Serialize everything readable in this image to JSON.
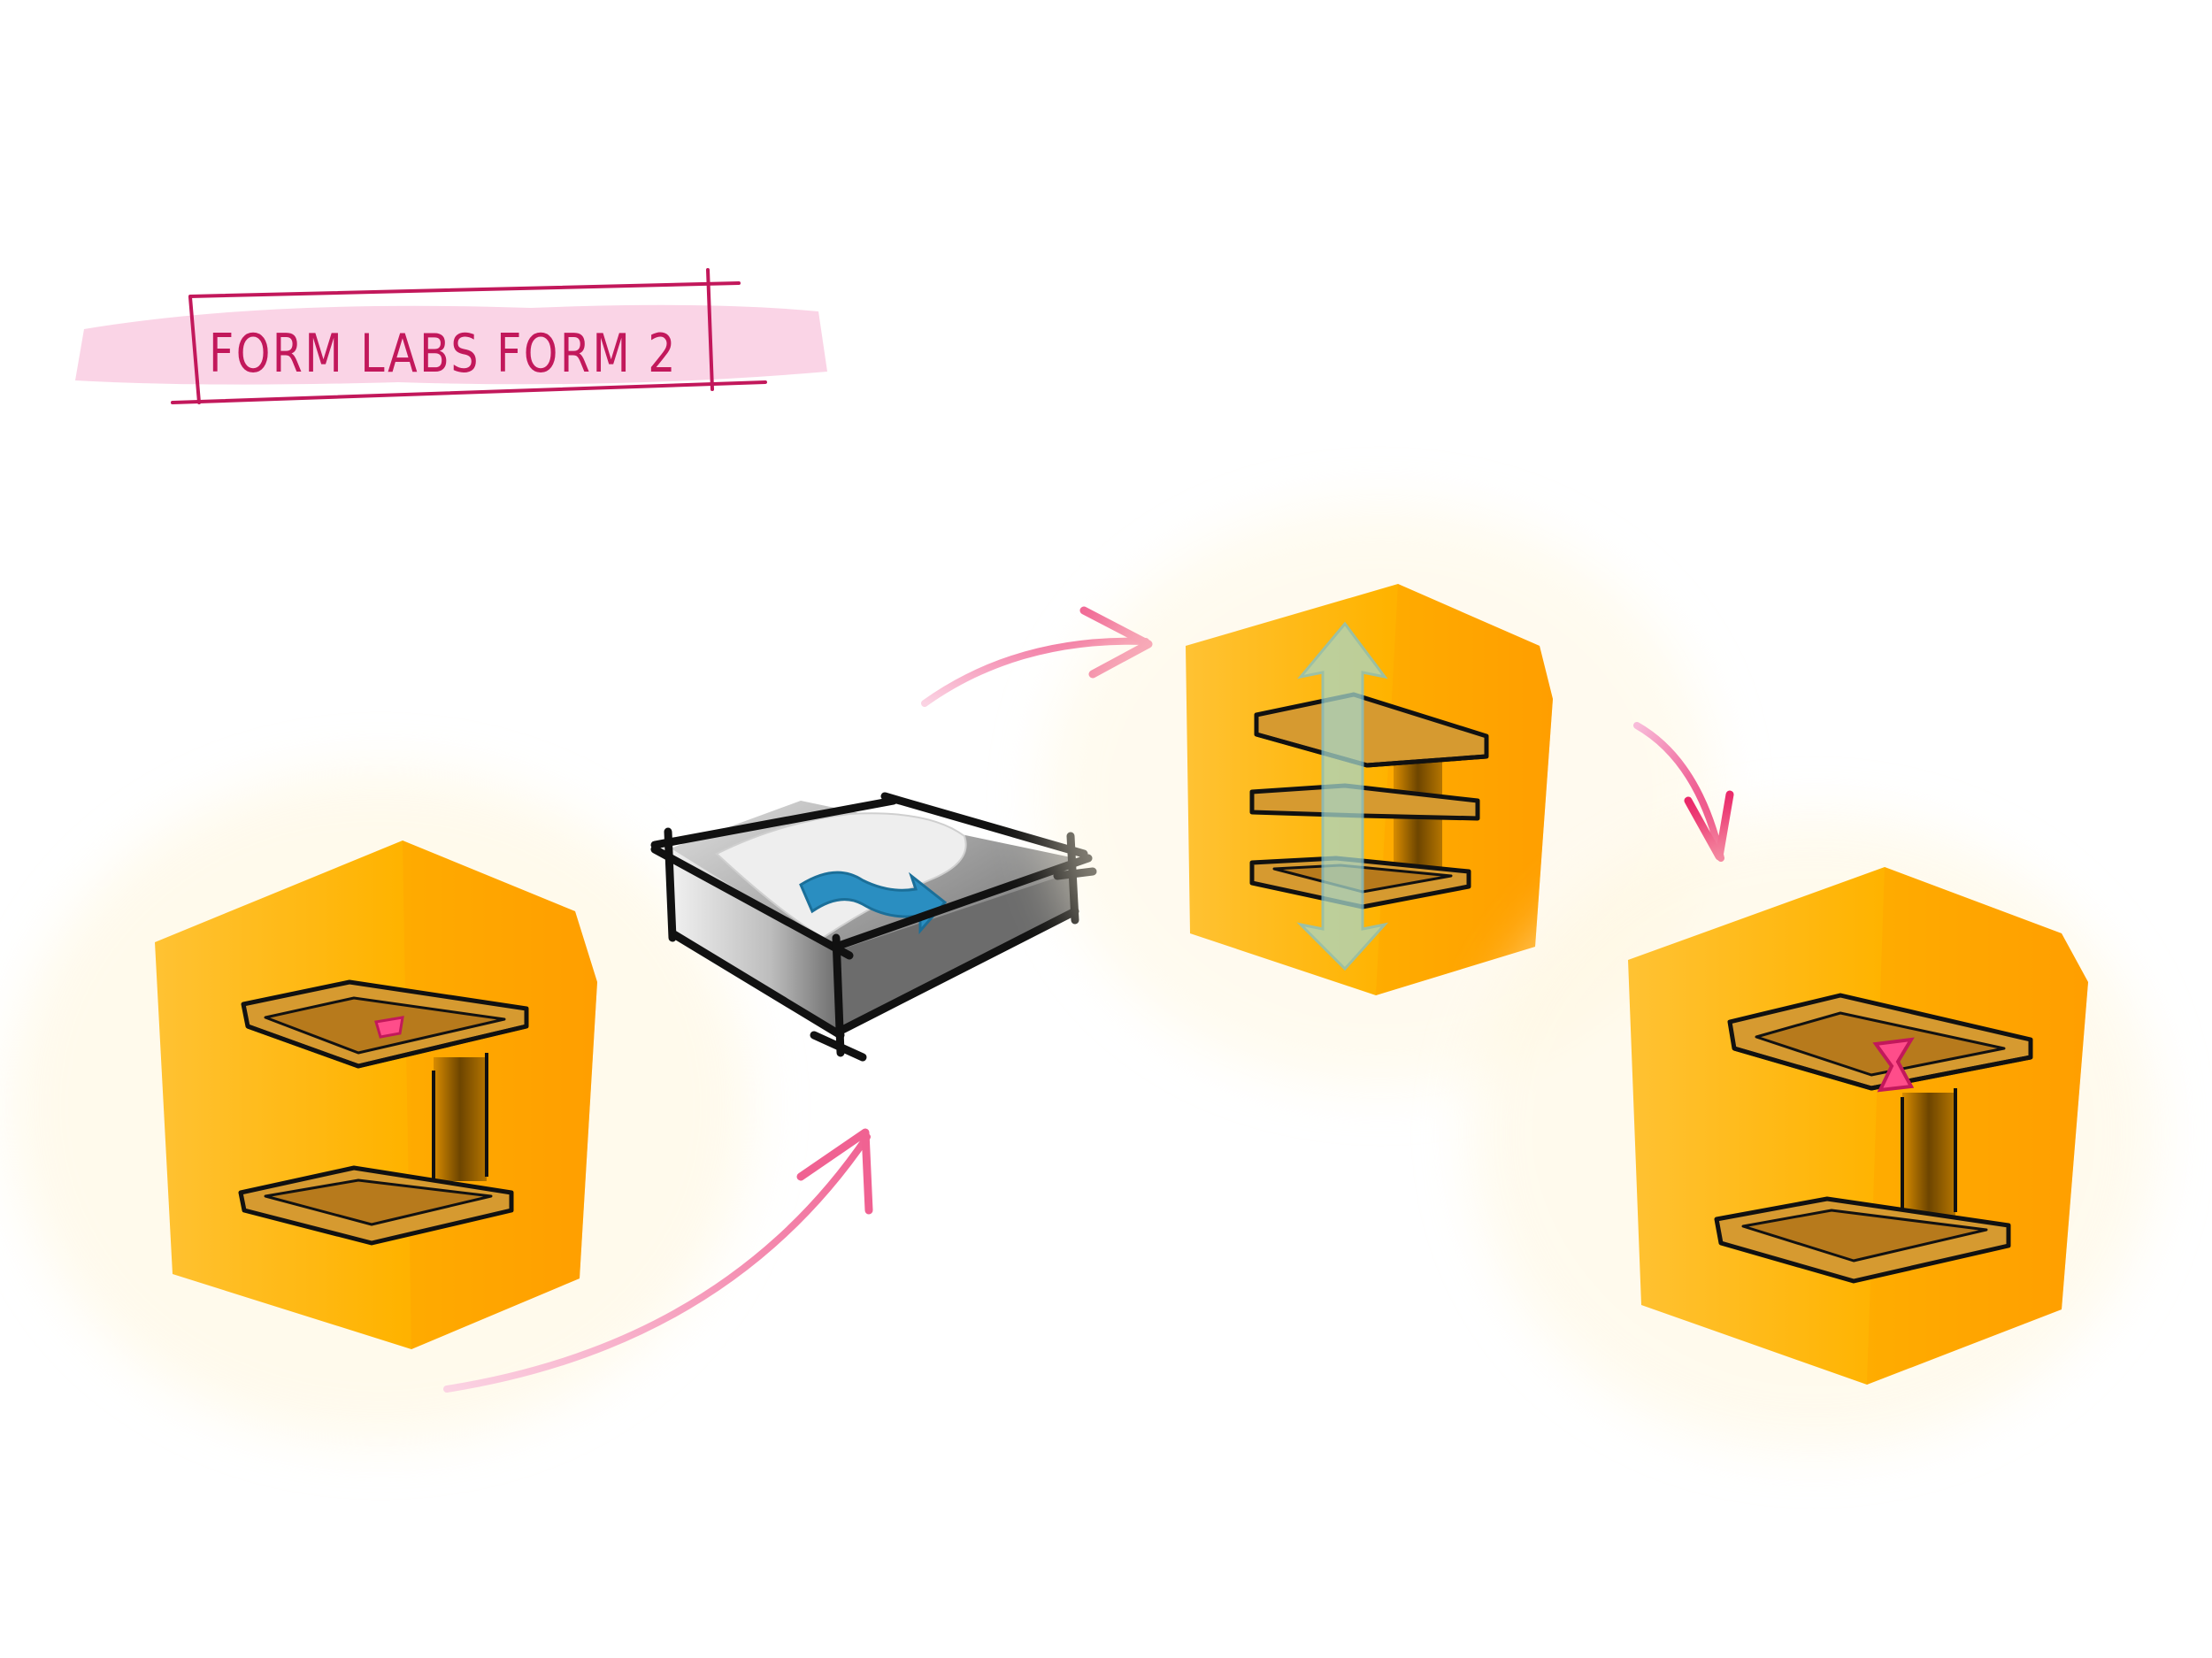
{
  "title": {
    "text": "FORM LABS FORM 2"
  },
  "steps": [
    {
      "id": "step-1"
    },
    {
      "id": "step-2"
    },
    {
      "id": "step-3"
    },
    {
      "id": "step-4"
    }
  ],
  "colors": {
    "title_ink": "#c2185b",
    "title_highlight": "#f8bbd9",
    "printer_body": "#ffb300",
    "printer_shadow": "#ff9800",
    "printer_light": "#ffc94d",
    "arrow_pink": "#f48fb1",
    "arrow_magenta": "#e91e63",
    "resin_blue": "#2a8ec1",
    "tank_gray": "#9e9e9e",
    "outline": "#111111",
    "lift_arrow": "#9fd6e0"
  }
}
